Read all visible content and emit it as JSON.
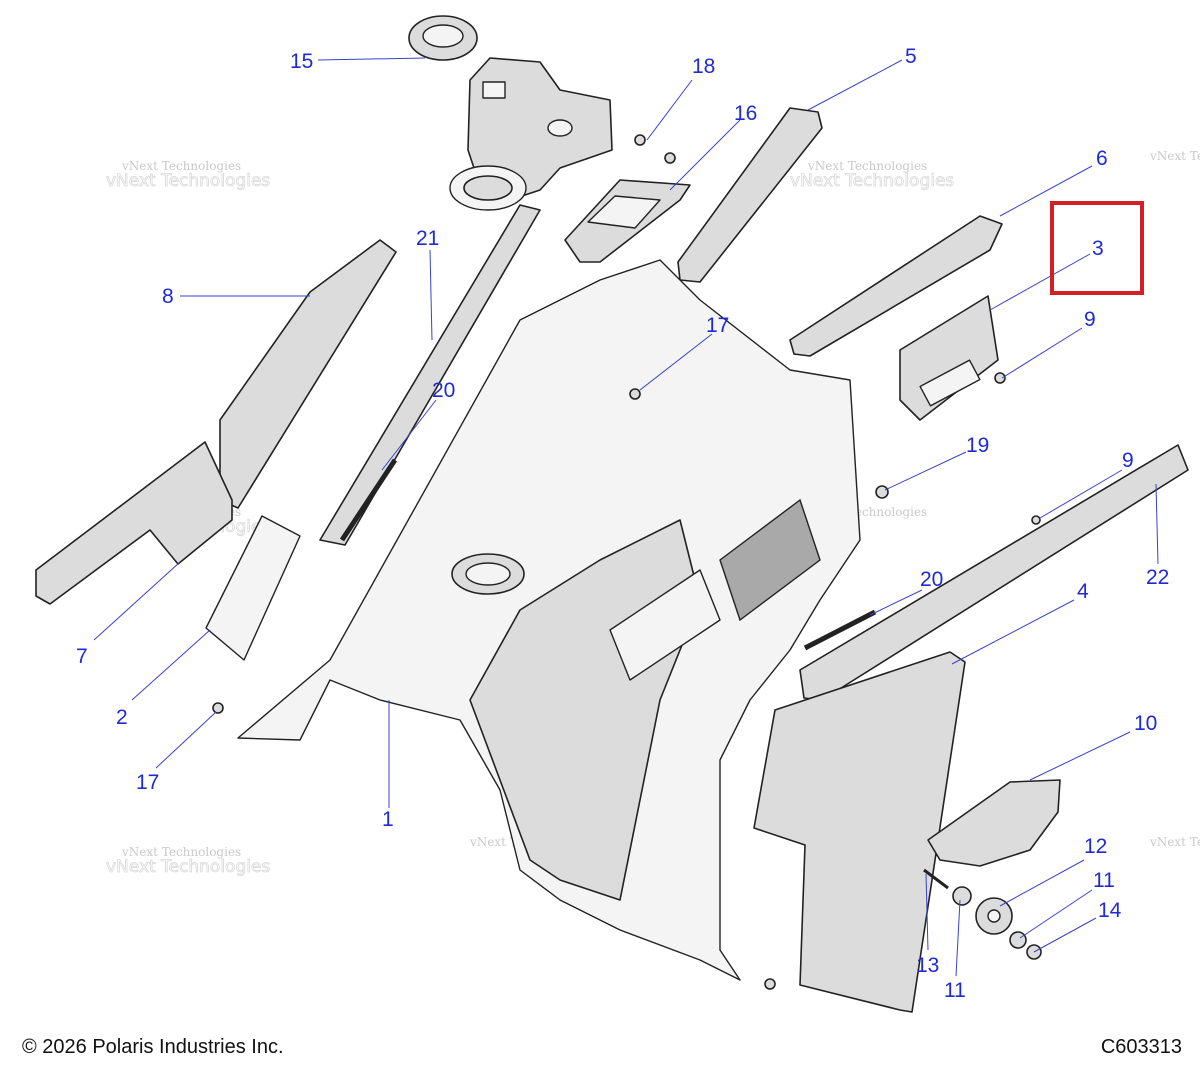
{
  "diagram": {
    "callouts": [
      {
        "id": "c15",
        "label": "15"
      },
      {
        "id": "c18",
        "label": "18"
      },
      {
        "id": "c5",
        "label": "5"
      },
      {
        "id": "c16",
        "label": "16"
      },
      {
        "id": "c6",
        "label": "6"
      },
      {
        "id": "c3",
        "label": "3"
      },
      {
        "id": "c21",
        "label": "21"
      },
      {
        "id": "c8",
        "label": "8"
      },
      {
        "id": "c17a",
        "label": "17"
      },
      {
        "id": "c9a",
        "label": "9"
      },
      {
        "id": "c20a",
        "label": "20"
      },
      {
        "id": "c19",
        "label": "19"
      },
      {
        "id": "c9b",
        "label": "9"
      },
      {
        "id": "c22",
        "label": "22"
      },
      {
        "id": "c20b",
        "label": "20"
      },
      {
        "id": "c4",
        "label": "4"
      },
      {
        "id": "c7",
        "label": "7"
      },
      {
        "id": "c2",
        "label": "2"
      },
      {
        "id": "c10",
        "label": "10"
      },
      {
        "id": "c17b",
        "label": "17"
      },
      {
        "id": "c1",
        "label": "1"
      },
      {
        "id": "c12",
        "label": "12"
      },
      {
        "id": "c11a",
        "label": "11"
      },
      {
        "id": "c14",
        "label": "14"
      },
      {
        "id": "c13",
        "label": "13"
      },
      {
        "id": "c11b",
        "label": "11"
      }
    ],
    "highlighted_callout": "3",
    "highlight_color": "#d31f26",
    "callout_color": "#1f2bd0",
    "watermark_line1": "vNext Technologies",
    "watermark_line2": "vNext Technologies"
  },
  "footer": {
    "copyright": "© 2026 Polaris Industries Inc.",
    "figure_id": "C603313"
  }
}
